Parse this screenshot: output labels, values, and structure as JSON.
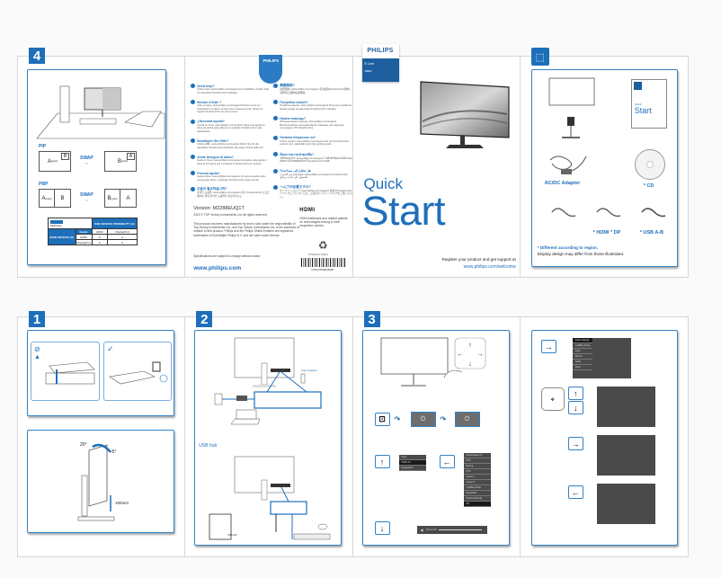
{
  "document": {
    "title": "Philips E Line Monitor Quick Start Guide",
    "brand_color": "#1e6fba"
  },
  "panel_4": {
    "step": "4",
    "pip": {
      "title": "PIP",
      "left": {
        "main": "A",
        "main_sub": "(main)",
        "inset": "B"
      },
      "swap": "SWAP",
      "right": {
        "main": "B",
        "main_sub": "(main)",
        "inset": "A"
      }
    },
    "pbp": {
      "title": "PBP",
      "left": {
        "main": "A",
        "main_sub": "(main)",
        "second": "B"
      },
      "swap": "SWAP",
      "right": {
        "main": "B",
        "main_sub": "(main)",
        "second": "A"
      }
    },
    "table": {
      "logo_label": "MultiView",
      "sub_source_header": "SUB SOURCE POSSIBILITY (xl)",
      "inputs_header": "Inputs",
      "columns": [
        "HDMI",
        "DisplayPort"
      ],
      "main_source_header": "MAIN SOURCE (xl)",
      "rows": [
        {
          "input": "HDMI",
          "values": [
            "●",
            "●"
          ]
        },
        {
          "input": "DisplayPort",
          "values": [
            "●",
            "●"
          ]
        }
      ]
    }
  },
  "support_panel": {
    "logo": "PHILIPS",
    "left_column": [
      {
        "q": "Need help?",
        "a": "Online help: www.philips.com/support for Installation Guide/ help for download SmartControl software."
      },
      {
        "q": "Besoin d'Aide ?",
        "a": "Aide en ligne: www.philips.com/support Rendez-vous sur l'assistance en ligne mentionnée ci-dessous pour obtenir le logiciel SmartControl ou plus encore."
      },
      {
        "q": "¿Necesita ayuda?",
        "a": "Ayuda en línea: www.philips.com/support Vaya a la ayuda en línea de arriba para obtener el software SmartControl más actualizado."
      },
      {
        "q": "Benötigen Sie Hilfe?",
        "a": "Online-Hilfe: www.philips.com/support Rufen Sie für die aktuellste SmartControl-Software die obige Online-Hilfe auf."
      },
      {
        "q": "Avete bisogno di aiuto?",
        "a": "Guida in linea: www.philips.com/support Accedere alla guida in linea di cui sopra per il software SmartControl più recente."
      },
      {
        "q": "Precisa ajuda?",
        "a": "Ajuda online: www.philips.com/support Vá para a ajuda online acima para obter o software SmartControl mais recente."
      },
      {
        "q": "도움이 필요하십니까?",
        "a": "온라인 도움말: www.philips.com/support 최신 SmartControl 소프트웨어는 위의 온라인 도움말을 참조하십시오."
      }
    ],
    "right_column": [
      {
        "q": "需要帮助?",
        "a": "在线帮助: www.philips.com/support 有关最新SmartControl软件，请转到上面的在线帮助。"
      },
      {
        "q": "Потребна помоћ?",
        "a": "Помоћ на мрежи: www.philips.com/support Посетите помоћ на мрежи изнад за најновији SmartControl софтвер."
      },
      {
        "q": "Нужна помощь?",
        "a": "Интерактивная помощь: www.philips.com/support Воспользуйтесь интерактивной помощью для загрузки последнего ПО SmartControl."
      },
      {
        "q": "Yardıma ihtiyacınız mı?",
        "a": "Online yardım: www.philips.com/support En son SmartControl yazılımı için yukarıdaki çevrimiçi yardıma gidin."
      },
      {
        "q": "ต้องการความช่วยเหลือ?",
        "a": "วิธีใช้ออนไลน์: www.philips.com/support ไปที่วิธีใช้ออนไลน์ด้านบนเพื่อดาวน์โหลดซอฟต์แวร์ SmartControl ล่าสุด"
      },
      {
        "q": "هل تحتاج إلى مساعدة؟",
        "a": "المساعدة عبر الإنترنت: www.philips.com/support SmartControl للحصول على أحدث برنامج"
      },
      {
        "q": "ヘルプが必要ですか?",
        "a": "オンラインヘルプ: www.philips.com/support 最新のSmartControlソフトウェアについては、上記のオンラインヘルプをご覧ください。"
      }
    ],
    "version": "Version: M2288EUQ1T",
    "copyright": "2020 © TOP Victory Investments Ltd. All rights reserved.",
    "legal": "This product has been manufactured by and is sold under the responsibility of Top Victory Investments Ltd., and Top Victory Investments Ltd. is the warrantor in relation to this product. Philips and the Philips Shield Emblem are registered trademarks of Koninklijke Philips N.V. and are used under license.",
    "specs_notice": "Specifications are subject to change without notice.",
    "website": "www.philips.com",
    "hdmi_logo": "HDMI",
    "hdmi_text": "HDMI trademark and related patents on technologies belong to their respective owners.",
    "recycle_icon": "♻",
    "printed": "Printed in China",
    "barcode_number": "H4SQ78S2B1B4B"
  },
  "cover": {
    "brand": "PHILIPS",
    "line": "E Line",
    "model": "288E2",
    "quick": "Quick",
    "start": "Start",
    "register": "Register your product and get support at",
    "welcome_url": "www.philips.com/welcome"
  },
  "contents_panel": {
    "icon": "box-open",
    "mini_cover": {
      "quick": "Quick",
      "start": "Start"
    },
    "items": [
      {
        "label": "AC/DC Adapter"
      },
      {
        "label": "* CD"
      },
      {
        "label": ""
      },
      {
        "label": "* HDMI * DP"
      },
      {
        "label": "* USB A-B"
      }
    ],
    "note_region": "* Different according to region.",
    "note_design": "Display design may differ from those illustrated."
  },
  "panel_1": {
    "step": "1",
    "tilt_back": "20°",
    "tilt_forward": "-5°",
    "height_adjust": "100mm"
  },
  "panel_2": {
    "step": "2",
    "fast_charger_label": "Fast Charger",
    "usb_hub_label": "USB hub",
    "usb_cable_label": "USB A-B"
  },
  "panel_3": {
    "step": "3",
    "osd_input": {
      "title": "Input",
      "items": [
        "HDMI 2.0",
        "DisplayPort"
      ]
    },
    "osd_smartimage": {
      "title": "SmartImage GT",
      "items": [
        "FPS",
        "Racing",
        "RTS",
        "Gamer 1",
        "Gamer 2",
        "LowBlue Mode",
        "EasyRead",
        "SmartUniformity",
        "Off"
      ]
    },
    "volume_label": "Volume 80"
  },
  "panel_osd": {
    "menu_header": "Game Setting",
    "menu_items": [
      "LowBlue Mode",
      "Input",
      "Picture",
      "Audio",
      "Color"
    ],
    "submenu": [
      "SmartResponse",
      "SmartFrame"
    ]
  }
}
